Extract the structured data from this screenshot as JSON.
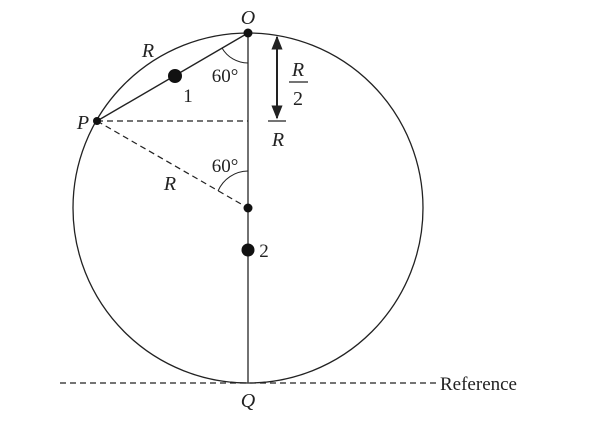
{
  "labels": {
    "top_point": "O",
    "bottom_point": "Q",
    "side_point": "P",
    "chord_length": "R",
    "radius_length": "R",
    "upper_angle": "60°",
    "lower_angle": "60°",
    "particle_1": "1",
    "particle_2": "2",
    "height_numerator": "R",
    "height_denominator": "2",
    "height_below": "R",
    "reference": "Reference"
  },
  "colors": {
    "stroke": "#222222",
    "dot": "#111111"
  }
}
